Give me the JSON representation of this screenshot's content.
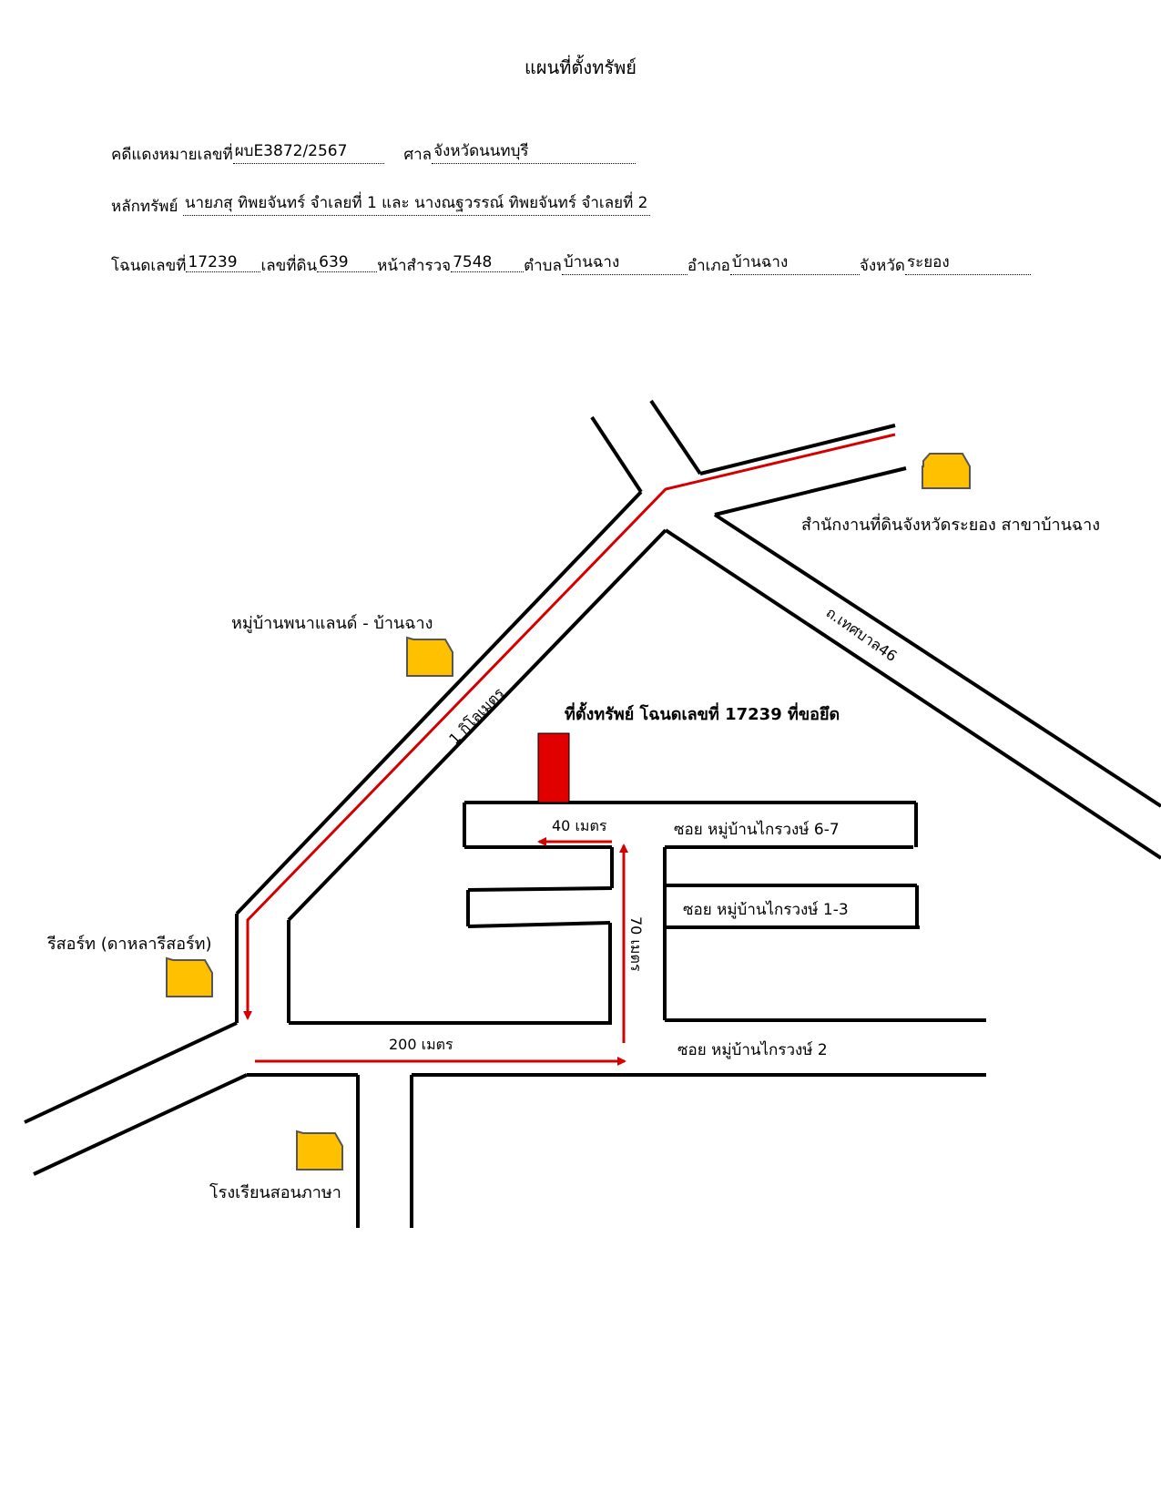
{
  "header": {
    "title": "แผนที่ตั้งทรัพย์",
    "case_label": "คดีแดงหมายเลขที่",
    "case_value": "ผบE3872/2567",
    "court_label": "ศาล",
    "court_value": "จังหวัดนนทบุรี",
    "asset_label": "หลักทรัพย์",
    "asset_value": "นายภสุ ทิพยจันทร์ จำเลยที่ 1 และ นางณฐวรรณ์ ทิพยจันทร์ จำเลยที่ 2",
    "deed_label": "โฉนดเลขที่",
    "deed_value": "17239",
    "land_no_label": "เลขที่ดิน",
    "land_no_value": "639",
    "survey_label": "หน้าสำรวจ",
    "survey_value": "7548",
    "subdistrict_label": "ตำบล",
    "subdistrict_value": "บ้านฉาง",
    "district_label": "อำเภอ",
    "district_value": "บ้านฉาง",
    "province_label": "จังหวัด",
    "province_value": "ระยอง"
  },
  "map": {
    "landmarks": {
      "land_office": "สำนักงานที่ดินจังหวัดระยอง สาขาบ้านฉาง",
      "village": "หมู่บ้านพนาแลนด์ - บ้านฉาง",
      "resort": "รีสอร์ท (ดาหลารีสอร์ท)",
      "school": "โรงเรียนสอนภาษา"
    },
    "roads": {
      "thetsaban": "ถ.เทศบาล46",
      "soi_67": "ซอย หมู่บ้านไกรวงษ์ 6-7",
      "soi_13": "ซอย หมู่บ้านไกรวงษ์ 1-3",
      "soi_2": "ซอย หมู่บ้านไกรวงษ์ 2"
    },
    "distances": {
      "km": "1 กิโลเมตร",
      "m200": "200 เมตร",
      "m70": "70 เมตร",
      "m40": "40 เมตร"
    },
    "target_label": "ที่ตั้งทรัพย์ โฉนดเลขที่ 17239 ที่ขอยึด",
    "colors": {
      "road": "#000000",
      "route": "#d40000",
      "landmark_fill": "#ffc000",
      "target_fill": "#e00000"
    }
  }
}
